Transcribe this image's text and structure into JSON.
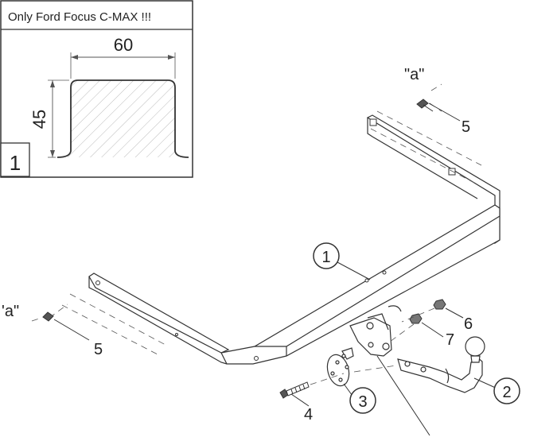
{
  "inset": {
    "caption": "Only Ford Focus C-MAX !!!",
    "dimension_width": "60",
    "dimension_height": "45",
    "panel_number": "1"
  },
  "callouts": {
    "part1": "1",
    "part2": "2",
    "part3": "3",
    "part4": "4",
    "part5_right": "5",
    "part5_left": "5",
    "part6": "6",
    "part7": "7"
  },
  "reference_marks": {
    "right": "\"a\"",
    "left": "'a\""
  }
}
